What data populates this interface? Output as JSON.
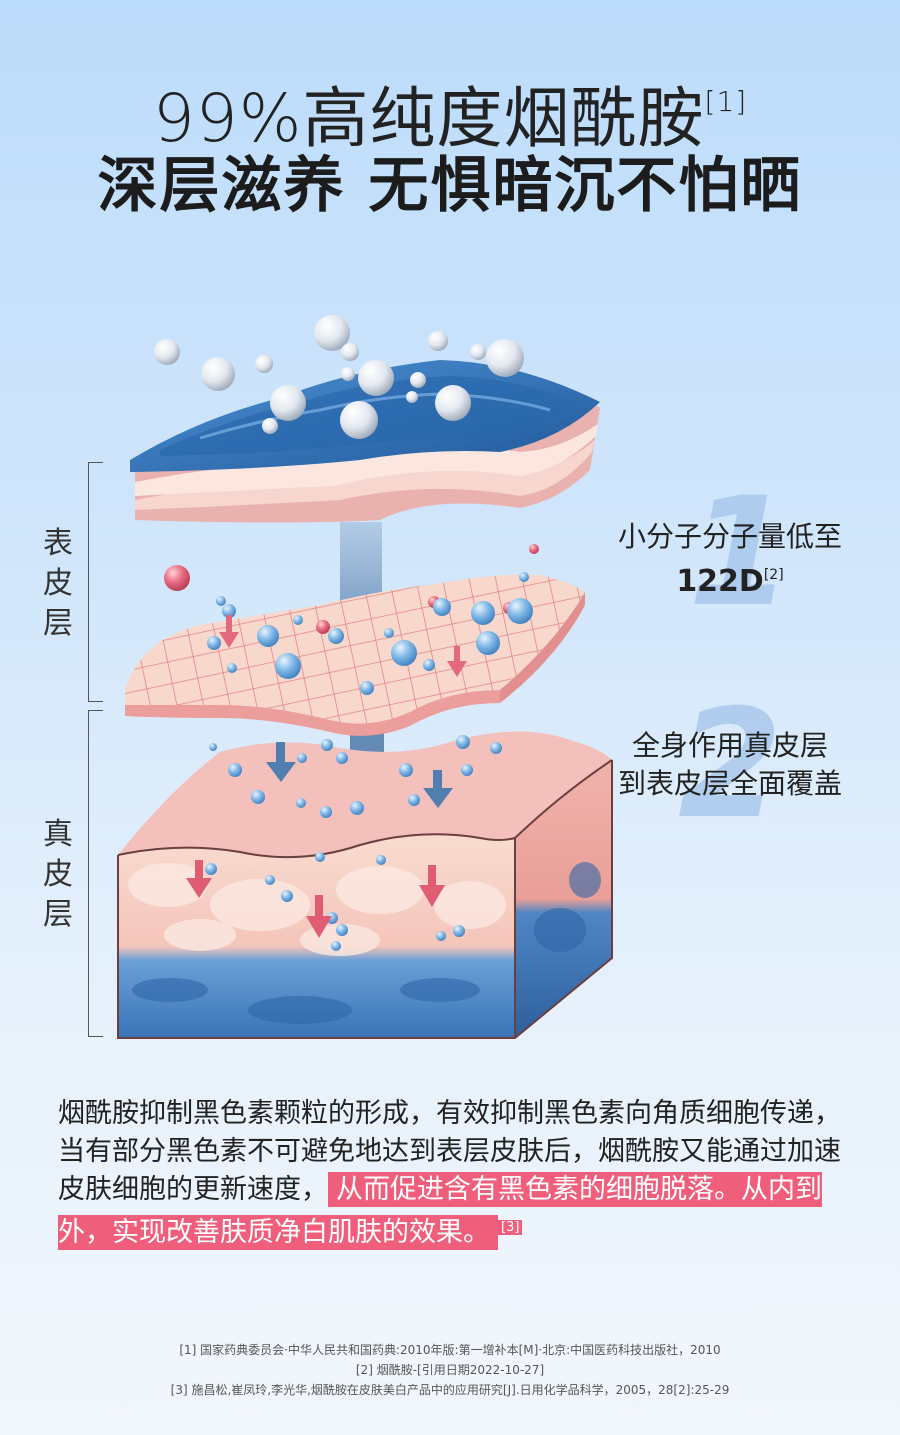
{
  "header": {
    "title_line1": "99%高纯度烟酰胺",
    "title_line1_ref": "[1]",
    "title_line2": "深层滋养 无惧暗沉不怕晒"
  },
  "layers": {
    "epidermis_label": [
      "表",
      "皮",
      "层"
    ],
    "dermis_label": [
      "真",
      "皮",
      "层"
    ]
  },
  "features": [
    {
      "number": "1",
      "line1": "小分子分子量低至",
      "line2": "122D",
      "ref": "[2]"
    },
    {
      "number": "2",
      "line1": "全身作用真皮层",
      "line2": "到表皮层全面覆盖"
    }
  ],
  "body": {
    "part1": "烟酰胺抑制黑色素颗粒的形成，有效抑制黑色素向角质细胞传递，当有部分黑色素不可避免地达到表层皮肤后，烟酰胺又能通过加速皮肤细胞的更新速度，",
    "highlight": "从而促进含有黑色素的细胞脱落。从内到外，实现改善肤质净白肌肤的效果。",
    "ref": "[3]"
  },
  "references": [
    "[1] 国家药典委员会·中华人民共和国药典:2010年版:第一增补本[M]·北京:中国医药科技出版社，2010",
    "[2] 烟酰胺-[引用日期2022-10-27]",
    "[3] 施昌松,崔凤玲,李光华,烟酰胺在皮肤美白产品中的应用研究[J].日用化学品科学，2005，28[2]:25-29"
  ],
  "colors": {
    "highlight_bg": "#ef5f7c",
    "skin_pink": "#f4c3bd",
    "blue_layer": "#3a74b8",
    "accent_number": "#9cbfe8"
  },
  "icons": [
    "molecule-sphere-icon",
    "down-arrow-icon"
  ]
}
